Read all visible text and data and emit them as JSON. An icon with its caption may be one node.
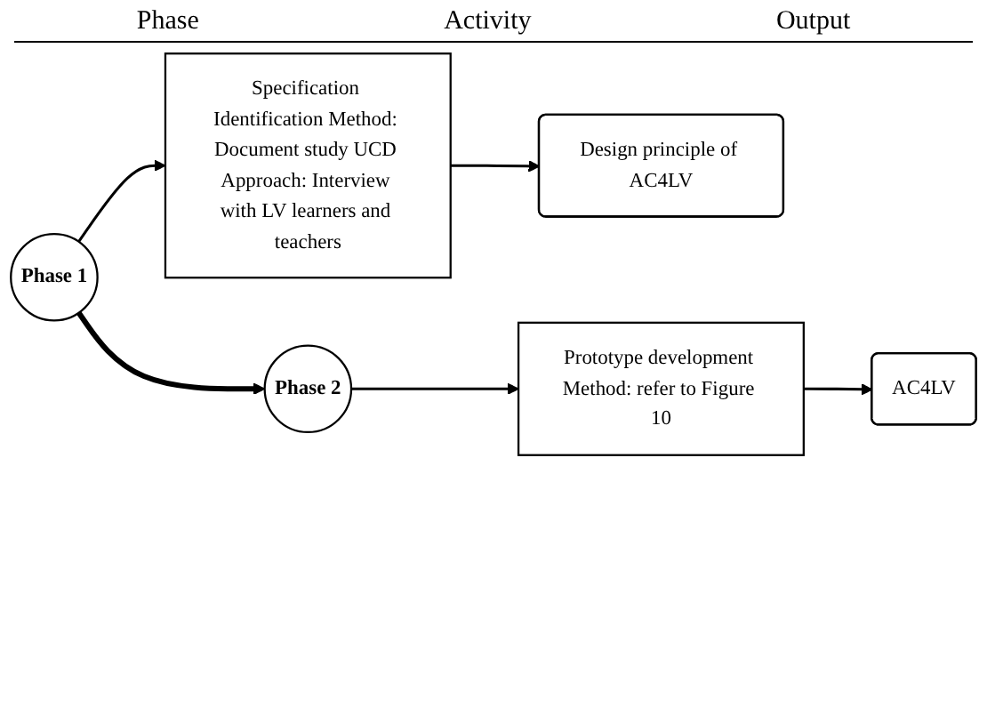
{
  "diagram": {
    "nodes": [
      {
        "text": [
          "Phase 1"
        ]
      },
      {
        "text": [
          "Specification Identification Method: Document study UCD Approach: Interview with LV learners and teachers"
        ]
      },
      {
        "text": [
          "Design principle of AC4LV"
        ]
      },
      {
        "text": [
          "Phase 2"
        ]
      },
      {
        "text": [
          "Prototype development Method: refer to Figure 10"
        ]
      },
      {
        "text": [
          "AC4LV"
        ]
      }
    ],
    "edges": [
      {
        "from": 0,
        "to": 1,
        "arrow": "to"
      },
      {
        "from": 1,
        "to": 2,
        "arrow": "to"
      },
      {
        "from": 0,
        "to": 3,
        "arrow": "to",
        "style": "thick"
      },
      {
        "from": 3,
        "to": 4,
        "arrow": "to"
      },
      {
        "from": 4,
        "to": 5,
        "arrow": "to"
      }
    ],
    "labels": [
      "Phase",
      "Activity",
      "Output"
    ]
  }
}
